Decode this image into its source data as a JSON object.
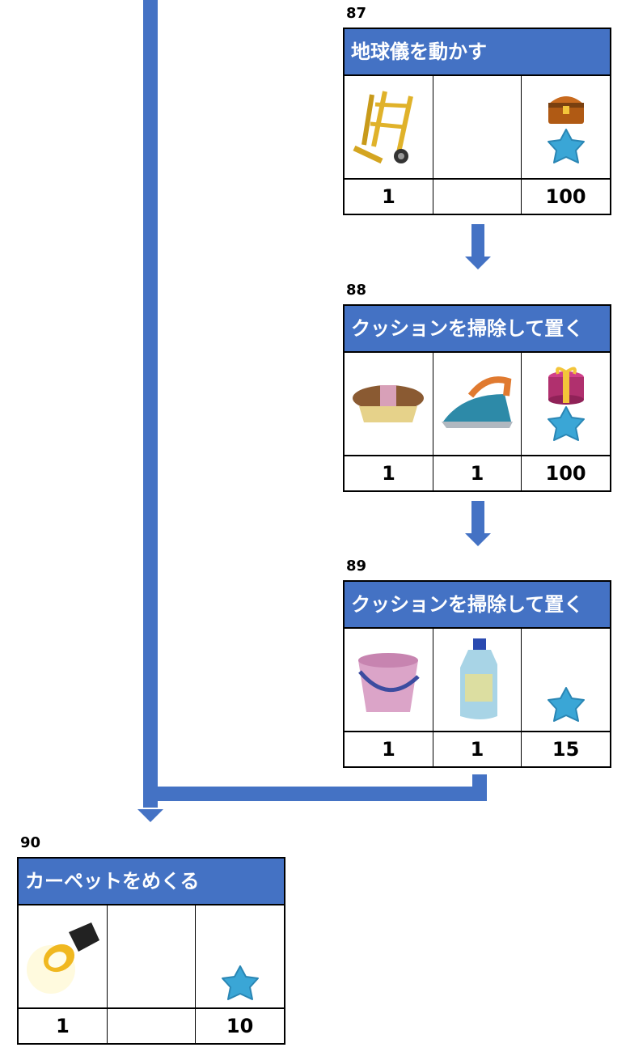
{
  "colors": {
    "accent": "#4472c4",
    "star": "#3aa6d6"
  },
  "steps": [
    {
      "number": "87",
      "title": "地球儀を動かす",
      "icons": [
        "hand-truck-icon",
        "",
        "treasure-chest-icon + star-icon"
      ],
      "counts": [
        "1",
        "",
        "100"
      ]
    },
    {
      "number": "88",
      "title": "クッションを掃除して置く",
      "icons": [
        "brush-icon",
        "iron-icon",
        "gift-box-icon + star-icon"
      ],
      "counts": [
        "1",
        "1",
        "100"
      ]
    },
    {
      "number": "89",
      "title": "クッションを掃除して置く",
      "icons": [
        "bucket-icon",
        "detergent-bottle-icon",
        "star-icon"
      ],
      "counts": [
        "1",
        "1",
        "15"
      ]
    },
    {
      "number": "90",
      "title": "カーペットをめくる",
      "icons": [
        "flashlight-icon",
        "",
        "star-icon"
      ],
      "counts": [
        "1",
        "",
        "10"
      ]
    }
  ]
}
